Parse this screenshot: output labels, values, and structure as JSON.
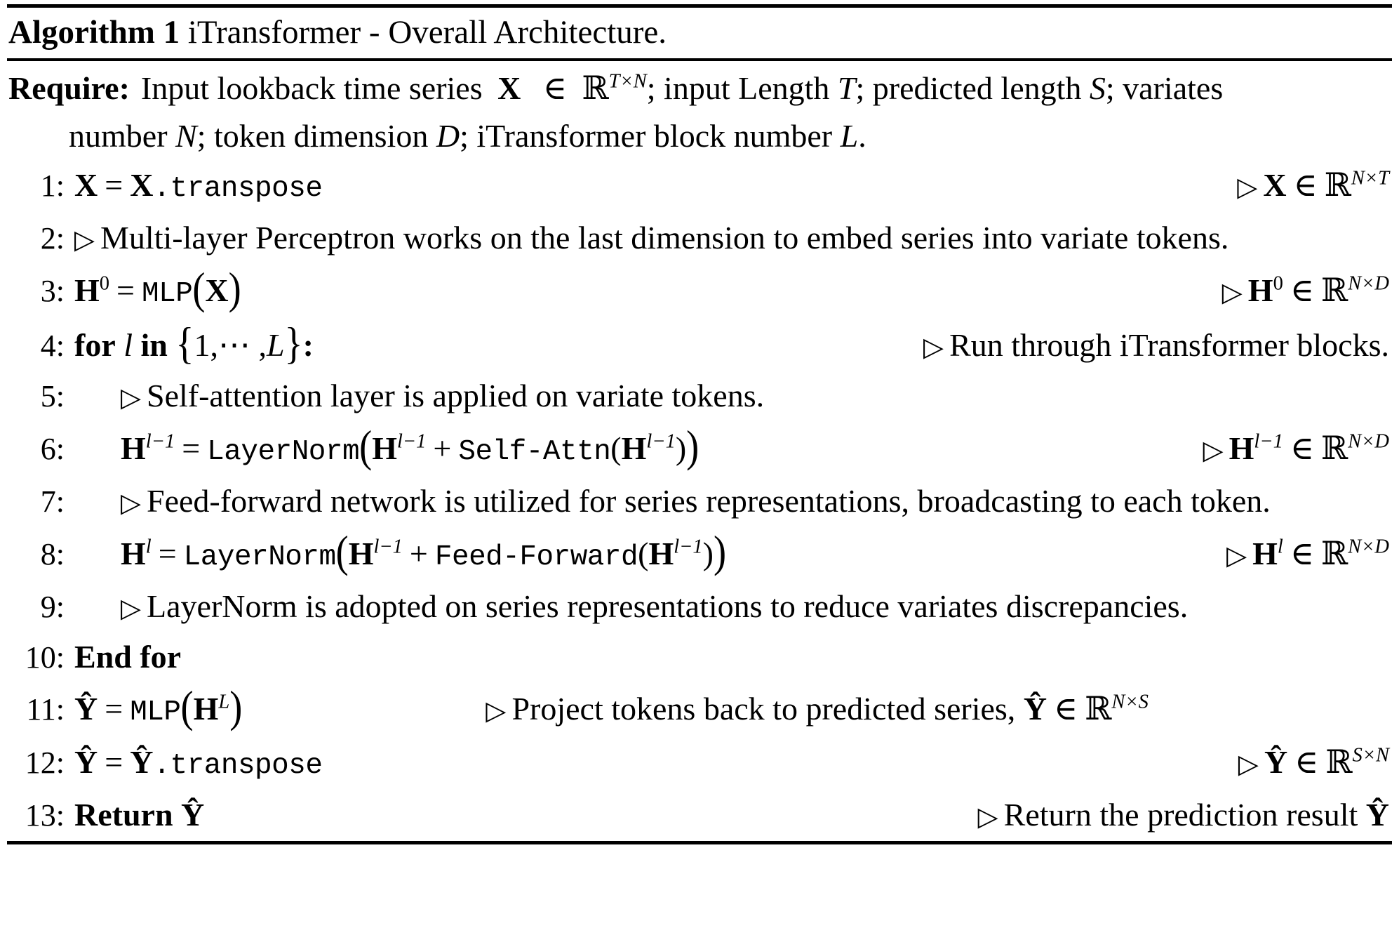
{
  "title": {
    "label": "Algorithm 1",
    "name": "iTransformer - Overall Architecture."
  },
  "require": {
    "label": "Require:",
    "line1_a": "Input lookback time series",
    "line1_X": "X",
    "line1_in": "∈",
    "line1_R": "ℝ",
    "line1_sup": "T×N",
    "line1_b": "; input Length",
    "line1_T": "T",
    "line1_c": "; predicted length",
    "line1_S": "S",
    "line1_d": "; variates",
    "line2_a": "number",
    "line2_N": "N",
    "line2_b": "; token dimension",
    "line2_D": "D",
    "line2_c": "; iTransformer block number",
    "line2_L": "L",
    "line2_d": "."
  },
  "steps": [
    {
      "num": "1:",
      "indent": false,
      "code": "X = X.transpose",
      "code_mono": "transpose",
      "comment": "▷ X ∈ ℝ",
      "comment_sup": "N×T"
    },
    {
      "num": "2:",
      "indent": false,
      "note": "▷  Multi-layer Perceptron works on the last dimension to embed series into variate tokens."
    },
    {
      "num": "3:",
      "indent": false,
      "code": "H⁰ = MLP(X)",
      "code_mono": "MLP",
      "comment": "▷ H⁰ ∈ ℝ",
      "comment_sup": "N×D"
    },
    {
      "num": "4:",
      "indent": false,
      "code": "for l in {1, ⋯ , L}:",
      "comment": "▷ Run through iTransformer blocks."
    },
    {
      "num": "5:",
      "indent": true,
      "note": "▷ Self-attention layer is applied on variate tokens."
    },
    {
      "num": "6:",
      "indent": true,
      "code": "H^{l-1} = LayerNorm(H^{l-1} + Self-Attn(H^{l-1}))",
      "code_mono_1": "LayerNorm",
      "code_mono_2": "Self-Attn",
      "comment": "▷ H^{l-1} ∈ ℝ",
      "comment_sup": "N×D"
    },
    {
      "num": "7:",
      "indent": true,
      "note": "▷ Feed-forward network is utilized for series representations, broadcasting to each token."
    },
    {
      "num": "8:",
      "indent": true,
      "code": "H^{l} = LayerNorm(H^{l-1} + Feed-Forward(H^{l-1}))",
      "code_mono_1": "LayerNorm",
      "code_mono_2": "Feed-Forward",
      "comment": "▷ H^{l} ∈ ℝ",
      "comment_sup": "N×D"
    },
    {
      "num": "9:",
      "indent": true,
      "note": "▷  LayerNorm is adopted on series representations to reduce variates discrepancies."
    },
    {
      "num": "10:",
      "indent": false,
      "code": "End for"
    },
    {
      "num": "11:",
      "indent": false,
      "code": "Ŷ = MLP(H^{L})",
      "code_mono": "MLP",
      "comment": "▷ Project tokens back to predicted series, Ŷ ∈ ℝ",
      "comment_sup": "N×S"
    },
    {
      "num": "12:",
      "indent": false,
      "code": "Ŷ = Ŷ.transpose",
      "code_mono": "transpose",
      "comment": "▷ Ŷ ∈ ℝ",
      "comment_sup": "S×N"
    },
    {
      "num": "13:",
      "indent": false,
      "code": "Return Ŷ",
      "comment": "▷ Return the prediction result Ŷ"
    }
  ],
  "labels": {
    "keyword_for": "for",
    "keyword_in": "in",
    "keyword_end_for": "End for",
    "keyword_return": "Return",
    "note2": "Multi-layer Perceptron works on the last dimension to embed series into variate tokens.",
    "note5": "Self-attention layer is applied on variate tokens.",
    "note7": "Feed-forward network is utilized for series representations, broadcasting to each token.",
    "note9": "LayerNorm is adopted on series representations to reduce variates discrepancies.",
    "comment4": "Run through iTransformer blocks.",
    "comment11": "Project tokens back to predicted series,",
    "comment13": "Return the prediction result"
  },
  "symbols": {
    "triangle": "▷",
    "in": "∈",
    "reals": "ℝ",
    "times": "×",
    "equals": "=",
    "plus": "+",
    "cdots": "⋯"
  },
  "colors": {
    "text": "#000000",
    "background": "#ffffff",
    "rule": "#000000"
  }
}
